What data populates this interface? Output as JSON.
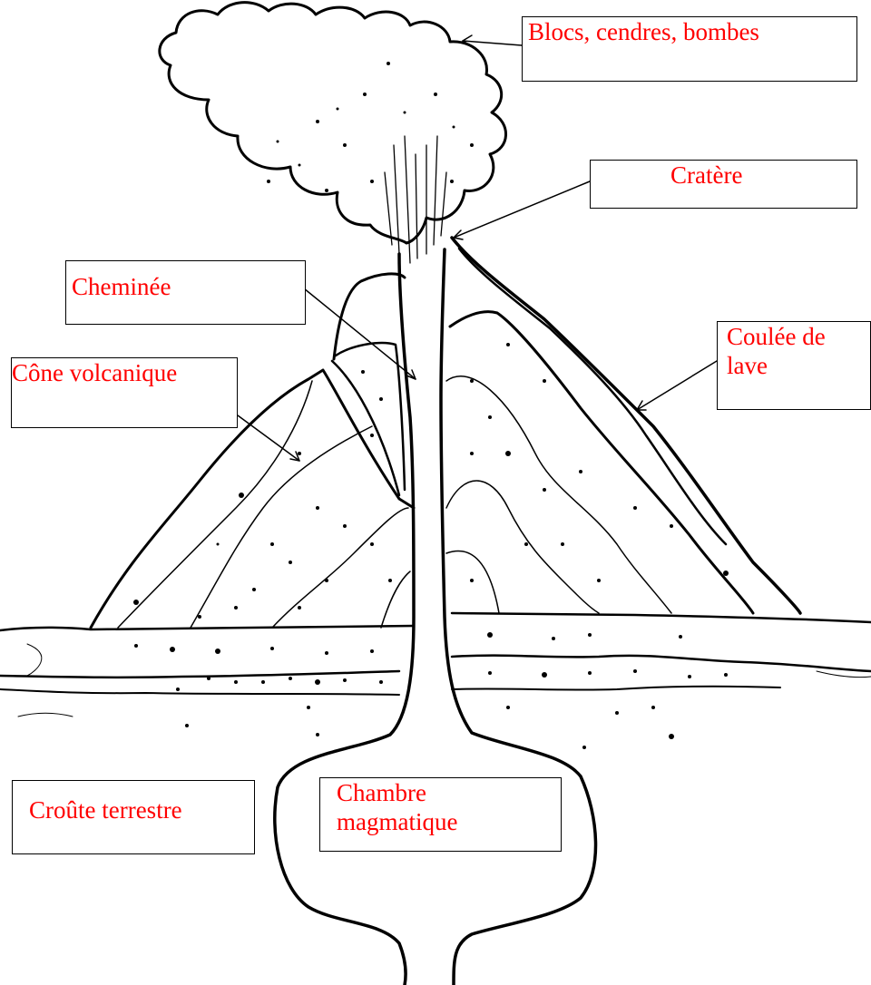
{
  "diagram": {
    "labels": {
      "blocs": "Blocs, cendres, bombes",
      "cratere": "Cratère",
      "cheminee": "Cheminée",
      "coulee": "Coulée de lave",
      "cone": "Cône volcanique",
      "croute": "Croûte terrestre",
      "chambre": "Chambre magmatique"
    },
    "colors": {
      "label_text": "#ff0000",
      "line": "#000000"
    }
  }
}
